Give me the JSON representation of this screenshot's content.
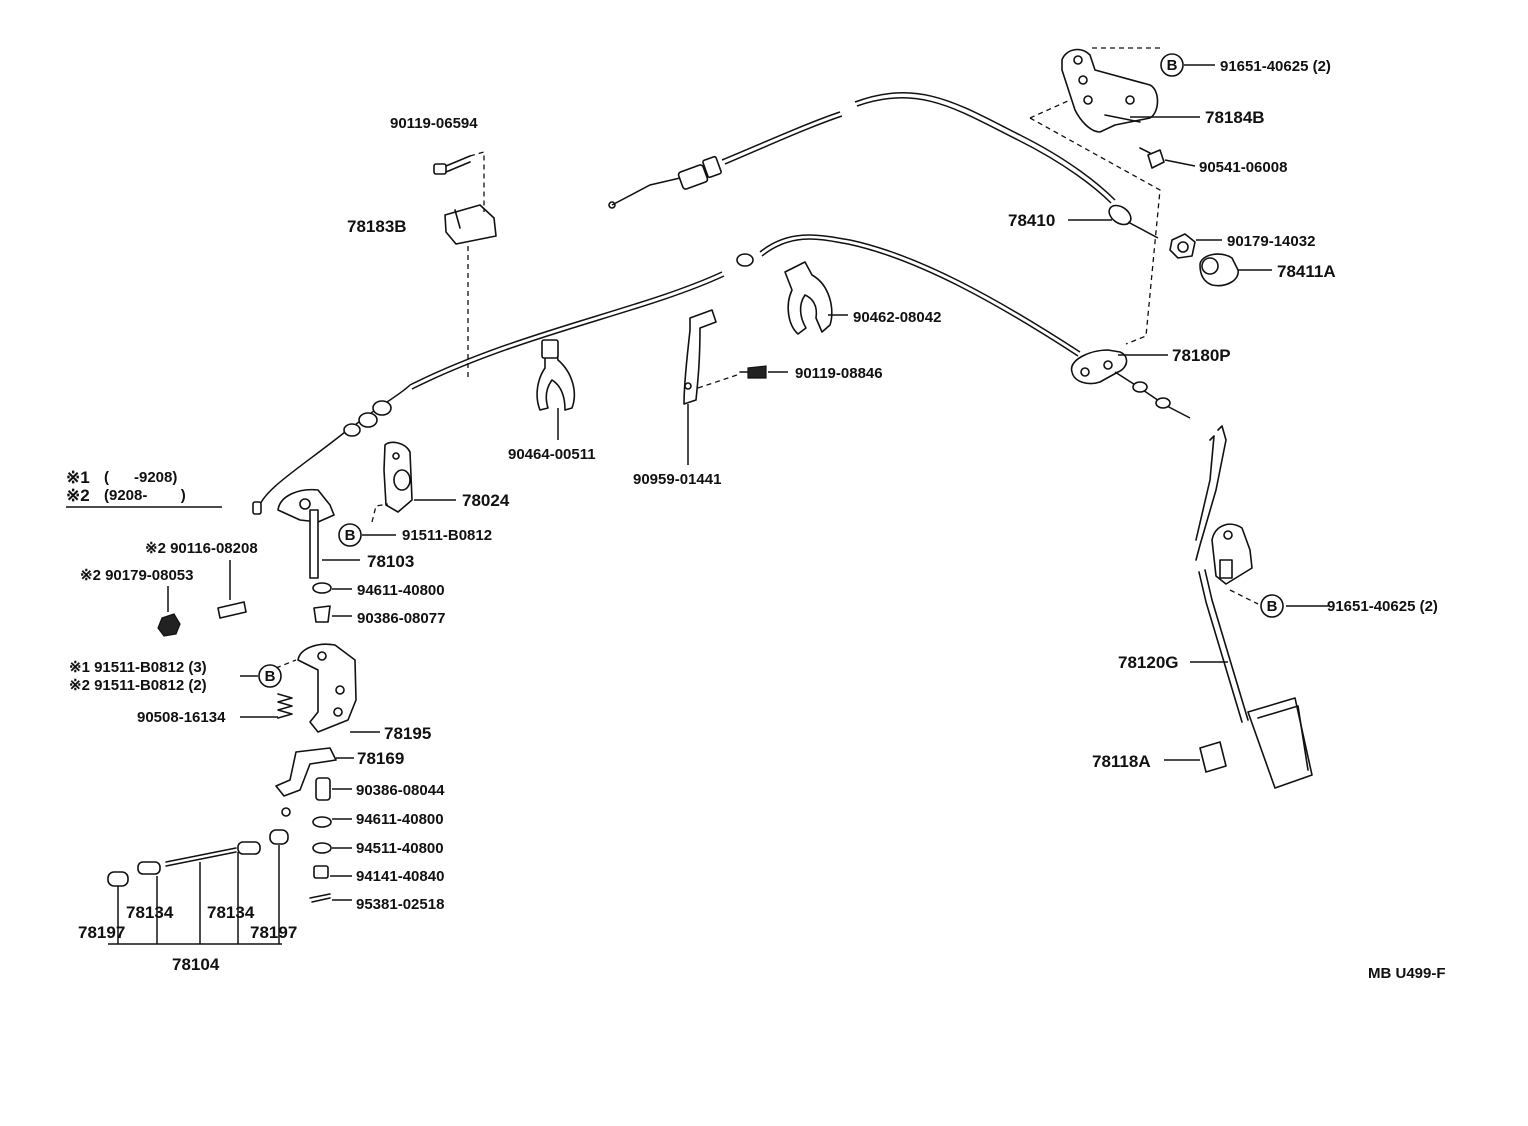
{
  "diagram_code": "MB U499-F",
  "legend": {
    "note1_mark": "※1",
    "note1_range": "(      -9208)",
    "note2_mark": "※2",
    "note2_range": "(9208-        )"
  },
  "bolt_symbol": "B",
  "labels": {
    "p90119_06594": "90119-06594",
    "p78183B": "78183B",
    "p91651_40625_top": "91651-40625 (2)",
    "p78184B": "78184B",
    "p90541_06008": "90541-06008",
    "p78410": "78410",
    "p90179_14032": "90179-14032",
    "p78411A": "78411A",
    "p90462_08042": "90462-08042",
    "p78180P": "78180P",
    "p90119_08846": "90119-08846",
    "p90464_00511": "90464-00511",
    "p90959_01441": "90959-01441",
    "p78024": "78024",
    "p91511_B0812": "91511-B0812",
    "p78103": "78103",
    "p94611_40800_a": "94611-40800",
    "p90386_08077": "90386-08077",
    "p90116_08208": "※2 90116-08208",
    "p90179_08053": "※2 90179-08053",
    "p91511_B0812_3": "※1 91511-B0812 (3)",
    "p91511_B0812_2": "※2 91511-B0812 (2)",
    "p90508_16134": "90508-16134",
    "p78195": "78195",
    "p78169": "78169",
    "p90386_08044": "90386-08044",
    "p94611_40800_b": "94611-40800",
    "p94511_40800": "94511-40800",
    "p94141_40840": "94141-40840",
    "p95381_02518": "95381-02518",
    "p78134_a": "78134",
    "p78134_b": "78134",
    "p78197_a": "78197",
    "p78197_b": "78197",
    "p78104": "78104",
    "p91651_40625_right": "91651-40625 (2)",
    "p78120G": "78120G",
    "p78118A": "78118A"
  }
}
